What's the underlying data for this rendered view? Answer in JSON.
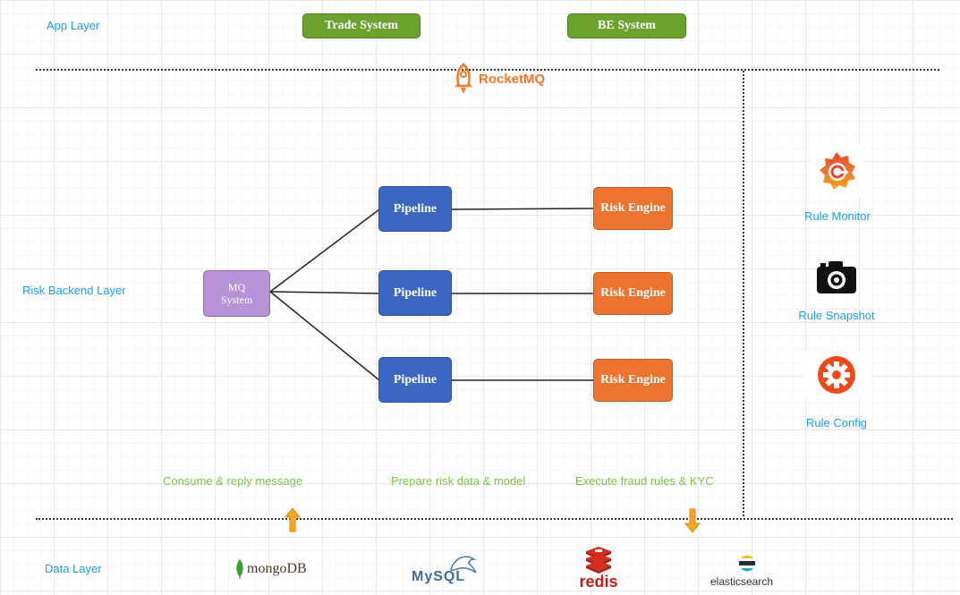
{
  "layers": {
    "app": "App Layer",
    "risk": "Risk Backend Layer",
    "data": "Data Layer"
  },
  "app_systems": {
    "trade": "Trade System",
    "be": "BE System"
  },
  "broker": {
    "name": "RocketMQ",
    "color": "#ee7a2a"
  },
  "mq_system": {
    "line1": "MQ",
    "line2": "System"
  },
  "pipelines": [
    "Pipeline",
    "Pipeline",
    "Pipeline"
  ],
  "engines": [
    "Risk Engine",
    "Risk Engine",
    "Risk Engine"
  ],
  "captions": {
    "consume": "Consume & reply message",
    "prepare": "Prepare risk data & model",
    "execute": "Execute fraud rules & KYC"
  },
  "tools": [
    {
      "label": "Rule Monitor",
      "icon": "grafana-icon"
    },
    {
      "label": "Rule Snapshot",
      "icon": "camera-icon"
    },
    {
      "label": "Rule Config",
      "icon": "gear-icon"
    }
  ],
  "datastores": {
    "mongodb": "mongoDB",
    "mysql": "MySQL",
    "redis": "redis",
    "elasticsearch": "elasticsearch"
  },
  "colors": {
    "layer_label": "#1a9fe0",
    "caption": "#7dc344",
    "app_box": "#6aa22e",
    "pipeline_box": "#3b67c2",
    "engine_box": "#ec7430",
    "mq_box": "#b792d6",
    "arrow": "#f5a623"
  }
}
